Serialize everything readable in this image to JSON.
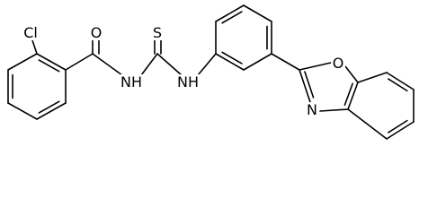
{
  "diagram": {
    "atom_labels": {
      "chlorine": "Cl",
      "carbonyl_oxygen": "O",
      "amide_nitrogen": "NH",
      "thione_sulfur": "S",
      "thioamide_nitrogen": "NH",
      "oxazole_oxygen": "O",
      "oxazole_nitrogen": "N"
    },
    "colors": {
      "bond": "#000000",
      "label": "#000000",
      "background": "#ffffff"
    }
  }
}
